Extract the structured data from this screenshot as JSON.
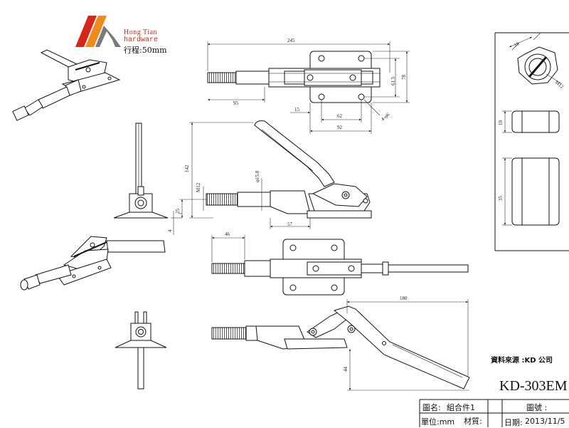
{
  "logo": {
    "company_line1": "Hong Tian",
    "company_line2": "hardware",
    "stroke_note": "行程:50mm",
    "colors": {
      "red": "#d8251a",
      "orange": "#f08a1c",
      "gray": "#7a7a7a"
    }
  },
  "dimensions": {
    "overall_length": "245",
    "left_offset": "95",
    "slot_15": "15",
    "width_62": "62",
    "width_92": "92",
    "hole_dia": "4-φ6",
    "height_61_5": "61.5",
    "height_78": "78",
    "handle_height": "142",
    "center_height": "25",
    "base_thickness": "4",
    "thread_size": "M12",
    "shaft_dia": "φ15.8",
    "base_offset": "57",
    "top_offset": "46",
    "open_reach": "180",
    "open_drop": "44",
    "nut_across_flats": "19",
    "nut_thread": "M12",
    "nut_thickness": "10",
    "nut_length": "35"
  },
  "source_label": "資料來源 :KD 公司",
  "model_number": "KD-303EM",
  "title_block": {
    "drawing_name_label": "圖名:",
    "drawing_name": "組合件1",
    "drawing_no_label": "圖號 :",
    "unit_label": "單位:mm",
    "material_label": "材質:",
    "date_label": "日期:",
    "date": "2013/11/5"
  }
}
